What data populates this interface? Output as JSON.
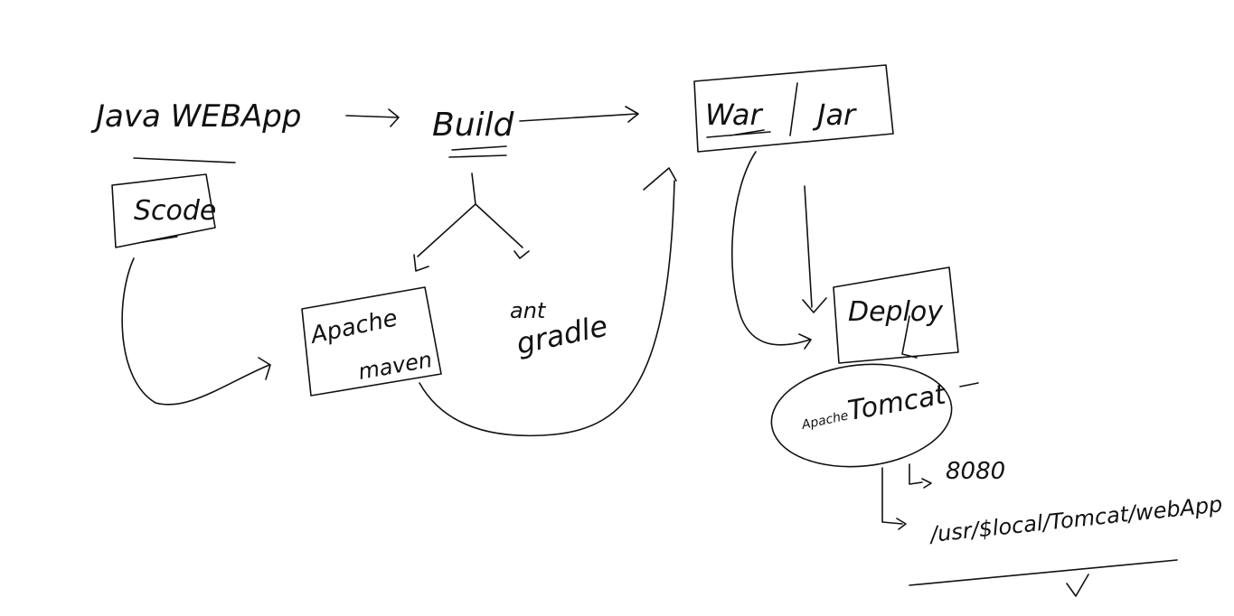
{
  "nodes": {
    "java_webapp": "Java WEBApp",
    "scode": "Scode",
    "build": "Build",
    "war": "War",
    "jar": "Jar",
    "apache_maven_line1": "Apache",
    "apache_maven_line2": "maven",
    "ant": "ant",
    "gradle": "gradle",
    "deploy": "Deploy",
    "apache_tomcat_small": "Apache",
    "apache_tomcat_big": "Tomcat",
    "port": "8080",
    "path": "/usr/$local/Tomcat/webApp"
  }
}
